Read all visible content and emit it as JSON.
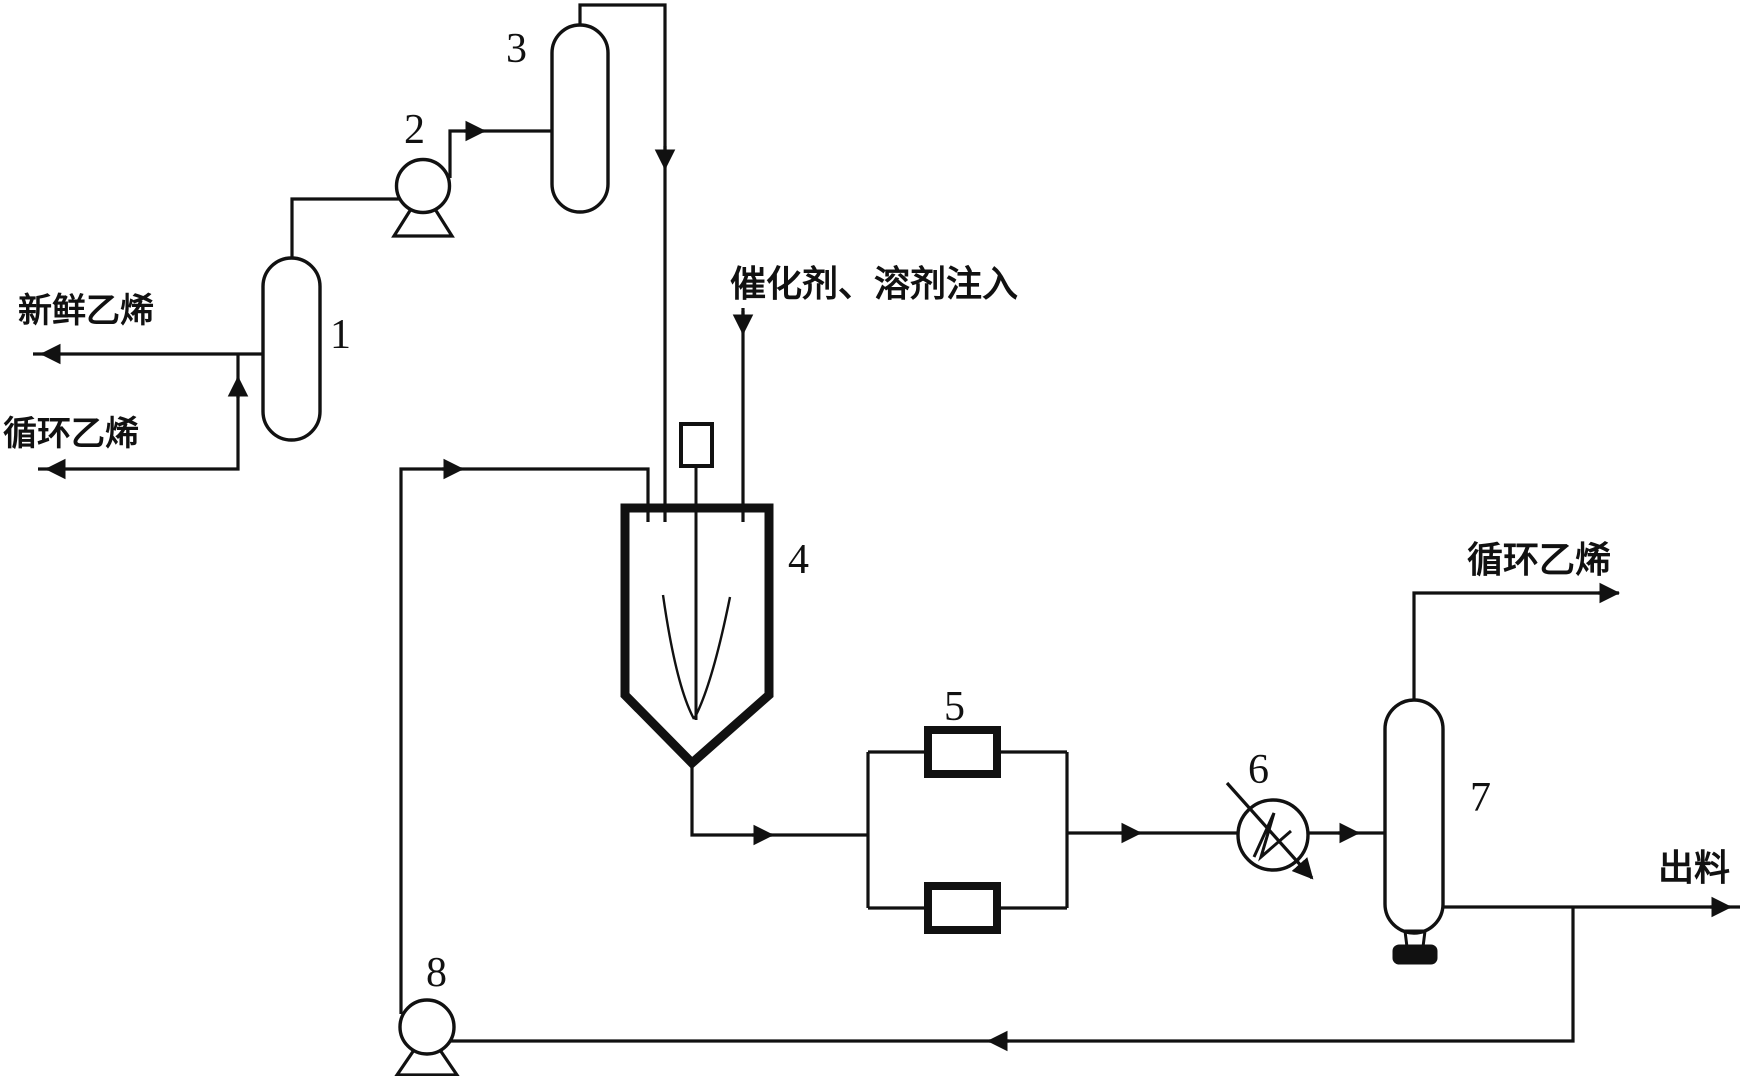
{
  "colors": {
    "background": "#ffffff",
    "line": "#111111"
  },
  "labels": {
    "fresh_ethylene": "新鲜乙烯",
    "recycle_ethylene_feed": "循环乙烯",
    "catalyst_solvent_injection": "催化剂、溶剂注入",
    "recycle_ethylene_overhead": "循环乙烯",
    "product_outlet": "出料"
  },
  "equipment_numbers": [
    "1",
    "2",
    "3",
    "4",
    "5",
    "6",
    "7",
    "8"
  ]
}
